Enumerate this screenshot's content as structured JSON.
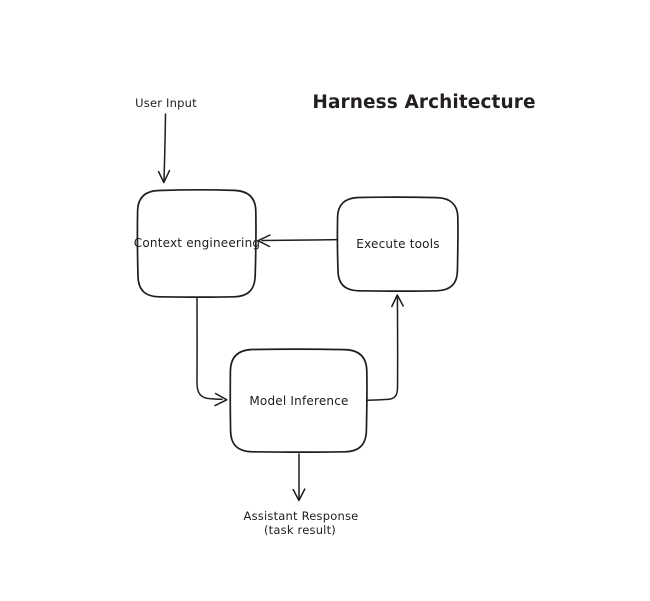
{
  "title": "Harness Architecture",
  "diagram_type": "flowchart",
  "colors": {
    "background": "#ffffff",
    "stroke": "#1e1e1e",
    "title": "#231f20"
  },
  "annotations": {
    "user_input": "User Input",
    "assistant_response_line1": "Assistant Response",
    "assistant_response_line2": "(task result)"
  },
  "nodes": [
    {
      "id": "context-engineering",
      "label": "Context engineering"
    },
    {
      "id": "execute-tools",
      "label": "Execute tools"
    },
    {
      "id": "model-inference",
      "label": "Model Inference"
    }
  ],
  "edges": [
    {
      "from": "user-input",
      "to": "context-engineering",
      "direction": "down"
    },
    {
      "from": "execute-tools",
      "to": "context-engineering",
      "direction": "left"
    },
    {
      "from": "context-engineering",
      "to": "model-inference",
      "direction": "down-right"
    },
    {
      "from": "model-inference",
      "to": "execute-tools",
      "direction": "right-up"
    },
    {
      "from": "model-inference",
      "to": "assistant-response",
      "direction": "down"
    }
  ]
}
